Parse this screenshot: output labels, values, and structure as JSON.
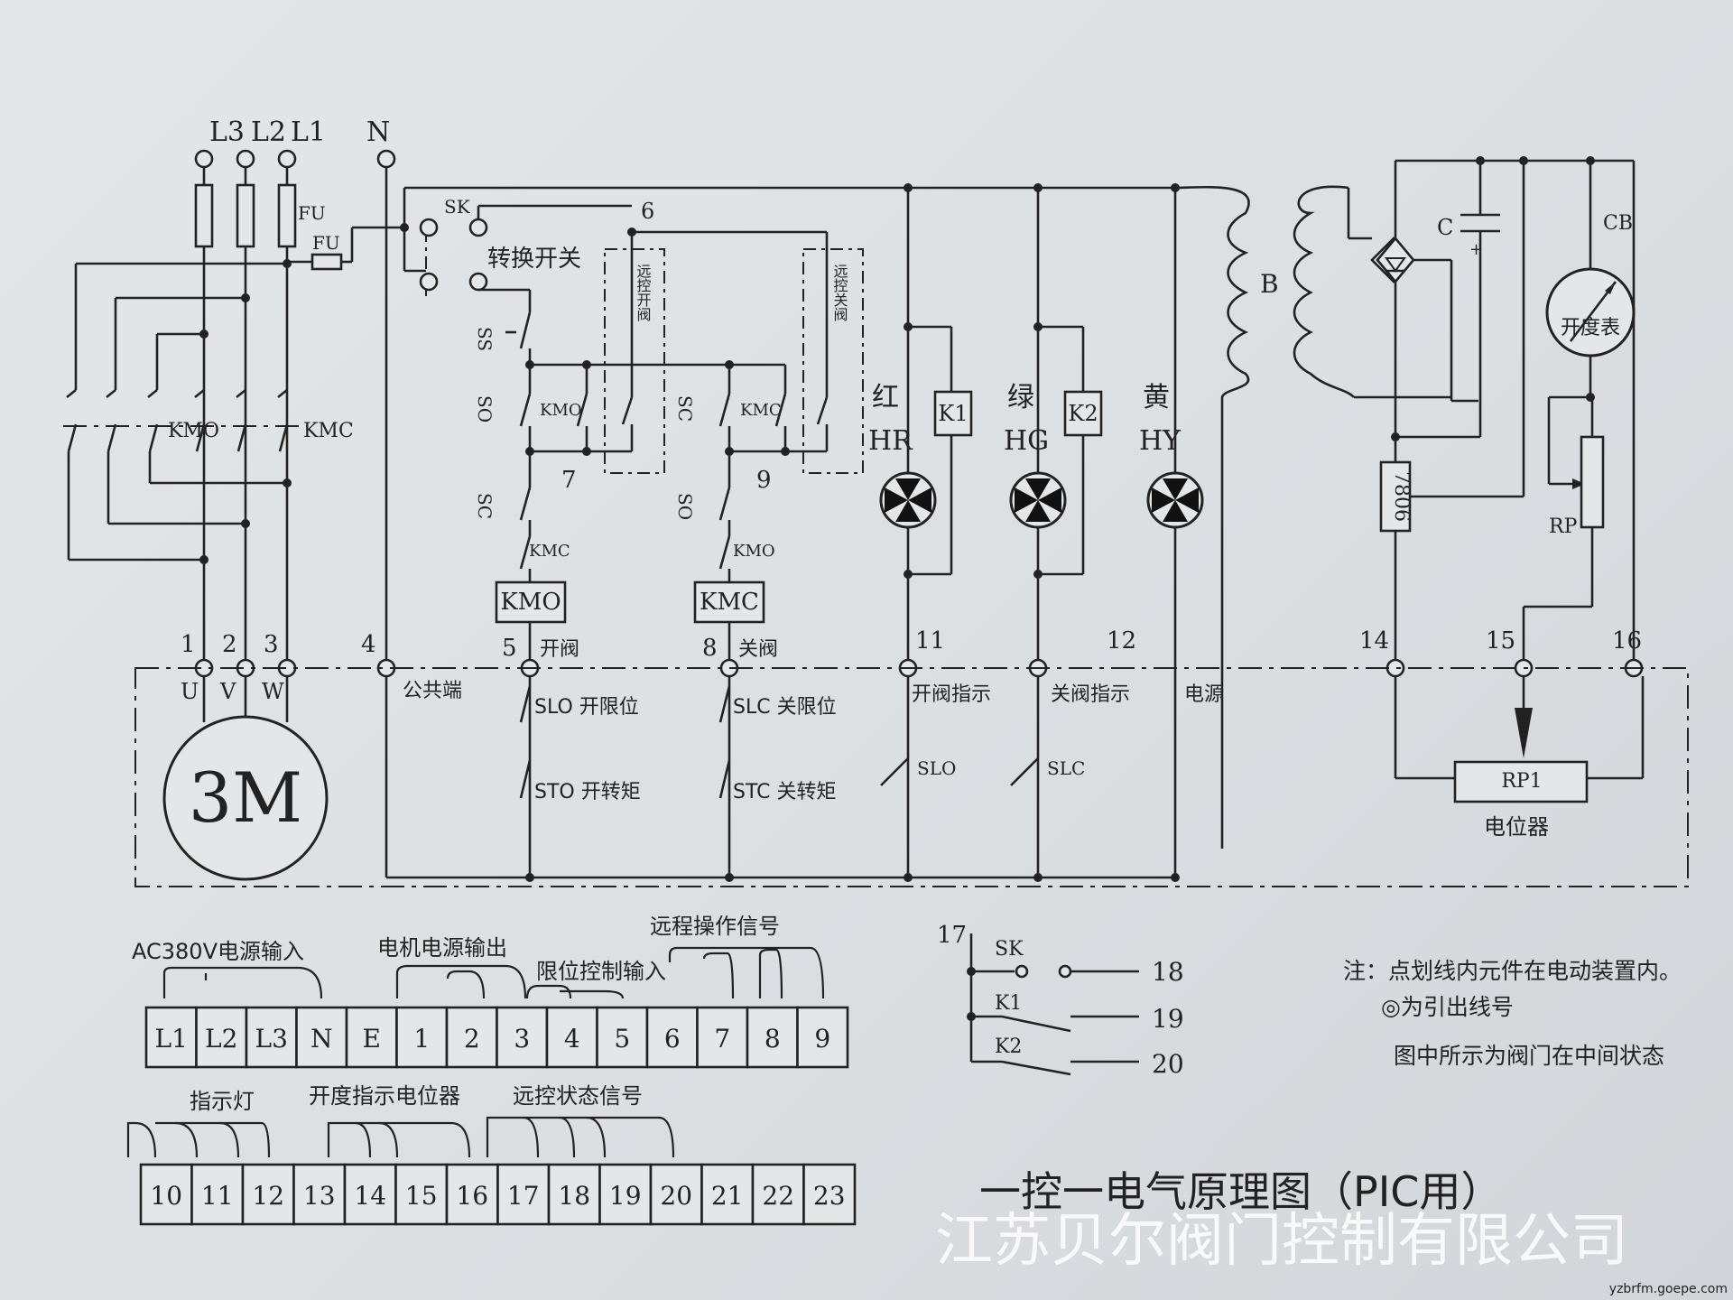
{
  "phases": {
    "l3": "L3",
    "l2": "L2",
    "l1": "L1",
    "n": "N"
  },
  "fuse_labels": [
    "FU",
    "FU"
  ],
  "motor": {
    "label": "3M",
    "u": "U",
    "v": "V",
    "w": "W"
  },
  "contactors": {
    "open": "KMO",
    "close": "KMC"
  },
  "switches": {
    "sk": "SK",
    "select_switch": "转换开关",
    "ss": "SS",
    "so": "SO",
    "sc": "SC",
    "so2": "SO",
    "sc2": "SC"
  },
  "remote": {
    "open": "远控开阀",
    "close": "远控关阀"
  },
  "node_numbers": {
    "n6": "6",
    "n7": "7",
    "n9": "9"
  },
  "coils": {
    "kmo": "KMO",
    "kmc": "KMC",
    "kmo_contact": "KMO",
    "kmc_contact": "KMC"
  },
  "lamps": {
    "red": "红",
    "red_code": "HR",
    "green": "绿",
    "green_code": "HG",
    "yellow": "黄",
    "yellow_code": "HY",
    "k1": "K1",
    "k2": "K2"
  },
  "power_parts": {
    "b": "B",
    "c": "C",
    "plus": "+",
    "cb": "CB",
    "meter": "开度表",
    "reg": "7806",
    "rp": "RP",
    "rp1": "RP1",
    "pot": "电位器"
  },
  "terminals": {
    "t1": "1",
    "t2": "2",
    "t3": "3",
    "t4": "4",
    "t5": "5",
    "t8": "8",
    "t11": "11",
    "t12": "12",
    "t14": "14",
    "t15": "15",
    "t16": "16"
  },
  "bottom_labels": {
    "common": "公共端",
    "open_valve": "开阀",
    "close_valve": "关阀",
    "slo_open_limit": "SLO 开限位",
    "slc_close_limit": "SLC 关限位",
    "sto_open_torque": "STO 开转矩",
    "stc_close_torque": "STC 关转矩",
    "open_indicator": "开阀指示",
    "close_indicator": "关阀指示",
    "power": "电源",
    "slo": "SLO",
    "slc": "SLC"
  },
  "groups": {
    "ac380": "AC380V电源输入",
    "motor_out": "电机电源输出",
    "remote_signal": "远程操作信号",
    "limit_input": "限位控制输入",
    "indicator": "指示灯",
    "pos_pot": "开度指示电位器",
    "remote_status": "远控状态信号"
  },
  "strip1": [
    "L1",
    "L2",
    "L3",
    "N",
    "E",
    "1",
    "2",
    "3",
    "4",
    "5",
    "6",
    "7",
    "8",
    "9"
  ],
  "strip2": [
    "10",
    "11",
    "12",
    "13",
    "14",
    "15",
    "16",
    "17",
    "18",
    "19",
    "20",
    "21",
    "22",
    "23"
  ],
  "relay_block": {
    "n17": "17",
    "sk": "SK",
    "k1": "K1",
    "k2": "K2",
    "n18": "18",
    "n19": "19",
    "n20": "20"
  },
  "notes": {
    "note1": "注：点划线内元件在电动装置内。",
    "note2": "◎为引出线号",
    "note3": "图中所示为阀门在中间状态"
  },
  "title": "一控一电气原理图（PIC用）",
  "company": "江苏贝尔阀门控制有限公司",
  "website": "yzbrfm.goepe.com"
}
